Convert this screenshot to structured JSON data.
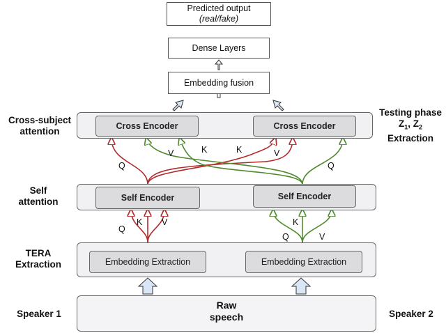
{
  "top": {
    "predicted_output": "Predicted output",
    "predicted_output_sub": "(real/fake)",
    "dense_layers": "Dense Layers",
    "embedding_fusion": "Embedding fusion"
  },
  "cross": {
    "label_line1": "Cross-subject",
    "label_line2": "attention",
    "left_encoder": "Cross Encoder",
    "right_encoder": "Cross Encoder"
  },
  "testing": {
    "line1": "Testing phase",
    "z_line": "Z",
    "z1_sub": "1",
    "z_sep": ", Z",
    "z2_sub": "2",
    "line3": "Extraction"
  },
  "self": {
    "label_line1": "Self",
    "label_line2": "attention",
    "left_encoder": "Self Encoder",
    "right_encoder": "Self Encoder"
  },
  "tera": {
    "label_line1": "TERA",
    "label_line2": "Extraction",
    "left_box": "Embedding Extraction",
    "right_box": "Embedding Extraction"
  },
  "speech": {
    "speaker1": "Speaker 1",
    "speaker2": "Speaker 2",
    "raw_line1": "Raw",
    "raw_line2": "speech"
  },
  "qkv": {
    "cross_left": [
      "Q",
      "V",
      "K"
    ],
    "cross_right": [
      "K",
      "V",
      "Q"
    ],
    "self_left": [
      "Q",
      "K",
      "V"
    ],
    "self_right": [
      "K",
      "Q",
      "V"
    ]
  },
  "colors": {
    "red": "#b02a2a",
    "green": "#4f8a2e",
    "blue_arrow": "#d8e6f5",
    "wave": "#3c68b8"
  }
}
